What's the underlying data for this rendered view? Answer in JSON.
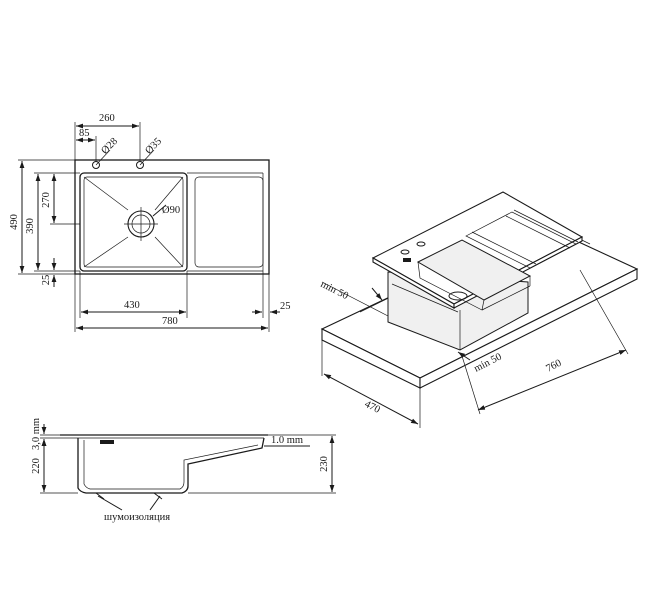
{
  "top_view": {
    "dims": {
      "width_260": "260",
      "offset_85": "85",
      "hole_28": "Ø28",
      "hole_35": "Ø35",
      "drain_90": "Ø90",
      "height_490": "490",
      "height_390": "390",
      "height_270": "270",
      "margin_25_side": "25",
      "bowl_430": "430",
      "total_780": "780",
      "margin_25_bottom": "25"
    }
  },
  "iso_view": {
    "dims": {
      "min50_a": "min 50",
      "min50_b": "min 50",
      "depth_470": "470",
      "length_760": "760"
    }
  },
  "section_view": {
    "dims": {
      "thickness_3": "3,0 mm",
      "depth_220": "220",
      "depth_230": "230",
      "wall_1mm": "1.0 mm"
    },
    "labels": {
      "insulation": "шумоизоляция"
    }
  }
}
